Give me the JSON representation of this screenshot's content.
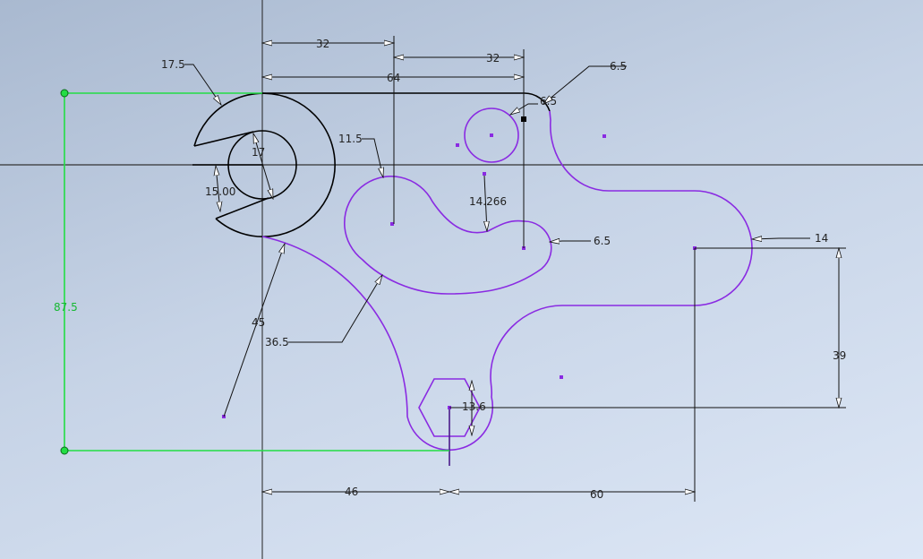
{
  "sketch": {
    "colors": {
      "geometry": "#000000",
      "unconstrained": "#8a2be2",
      "selected": "#22dd44"
    },
    "dimensions": {
      "d_32a": "32",
      "d_32b": "32",
      "d_64": "64",
      "d_6_5_top": "6.5",
      "d_6_5_top2": "6.5",
      "d_17_5": "17.5",
      "d_17": "17",
      "d_15": "15.00",
      "d_11_5": "11.5",
      "d_14_266": "14.266",
      "d_6_5_mid": "6.5",
      "d_14": "14",
      "d_87_5": "87.5",
      "d_45": "45",
      "d_36_5": "36.5",
      "d_39": "39",
      "d_13_6": "13.6",
      "d_46": "46",
      "d_60": "60"
    }
  }
}
